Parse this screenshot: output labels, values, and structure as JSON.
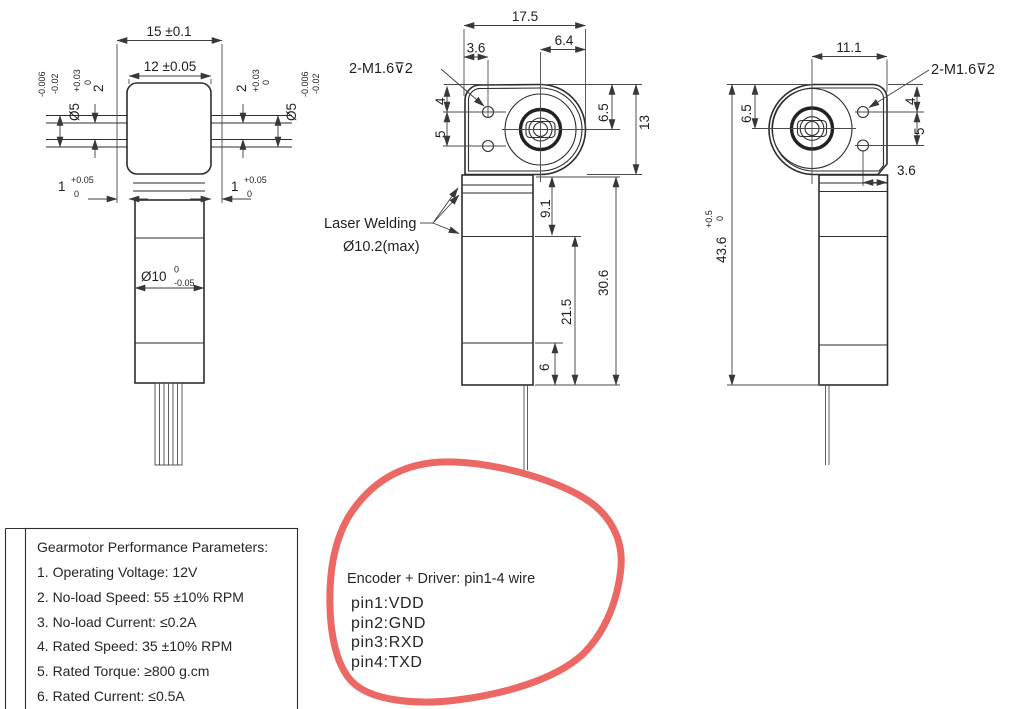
{
  "drawing": {
    "left_view": {
      "width_outer": "15 ±0.1",
      "width_inner": "12 ±0.05",
      "shaft_dia": "Ø5",
      "shaft_dia_tol_up": "-0.006",
      "shaft_dia_tol_lo": "-0.02",
      "pin_len": "2",
      "pin_len_tol_up": "+0.03",
      "pin_len_tol_lo": "0",
      "step": "1",
      "step_tol_up": "+0.05",
      "step_tol_lo": "0",
      "body_dia": "Ø10",
      "body_dia_tol_up": "0",
      "body_dia_tol_lo": "-0.05"
    },
    "front_view": {
      "width_total": "17.5",
      "hole_edge_offset": "3.6",
      "shaft_center_offset": "6.4",
      "hole_top_offset": "4",
      "hole_pitch": "5",
      "shaft_center_height": "6.5",
      "head_height": "13",
      "thread_callout": "2-M1.6⊽2",
      "laser_welding": "Laser Welding",
      "weld_dia": "Ø10.2(max)",
      "neck_len": "9.1",
      "body_len": "21.5",
      "body_total_len": "30.6",
      "tail_len": "6"
    },
    "right_view": {
      "width_top": "11.1",
      "thread_callout": "2-M1.6⊽2",
      "shaft_center_height": "6.5",
      "hole_top_offset": "4",
      "hole_pitch": "5",
      "hole_edge_offset": "3.6",
      "total_height": "43.6",
      "total_height_tol_up": "+0.5",
      "total_height_tol_lo": "0"
    }
  },
  "spec_table": {
    "title": "Gearmotor Performance Parameters:",
    "rows": [
      "1. Operating Voltage: 12V",
      "2. No-load Speed: 55 ±10% RPM",
      "3. No-load Current: ≤0.2A",
      "4. Rated Speed: 35 ±10% RPM",
      "5. Rated Torque: ≥800 g.cm",
      "6. Rated Current: ≤0.5A"
    ]
  },
  "annotation": {
    "heading": "Encoder + Driver: pin1-4 wire",
    "pins": [
      "pin1:VDD",
      "pin2:GND",
      "pin3:RXD",
      "pin4:TXD"
    ],
    "highlight_color": "#e9534f"
  },
  "colors": {
    "line": "#2d2d2d",
    "dim": "#3c3c3c",
    "accent_red": "#e9534f",
    "background": "#ffffff"
  }
}
